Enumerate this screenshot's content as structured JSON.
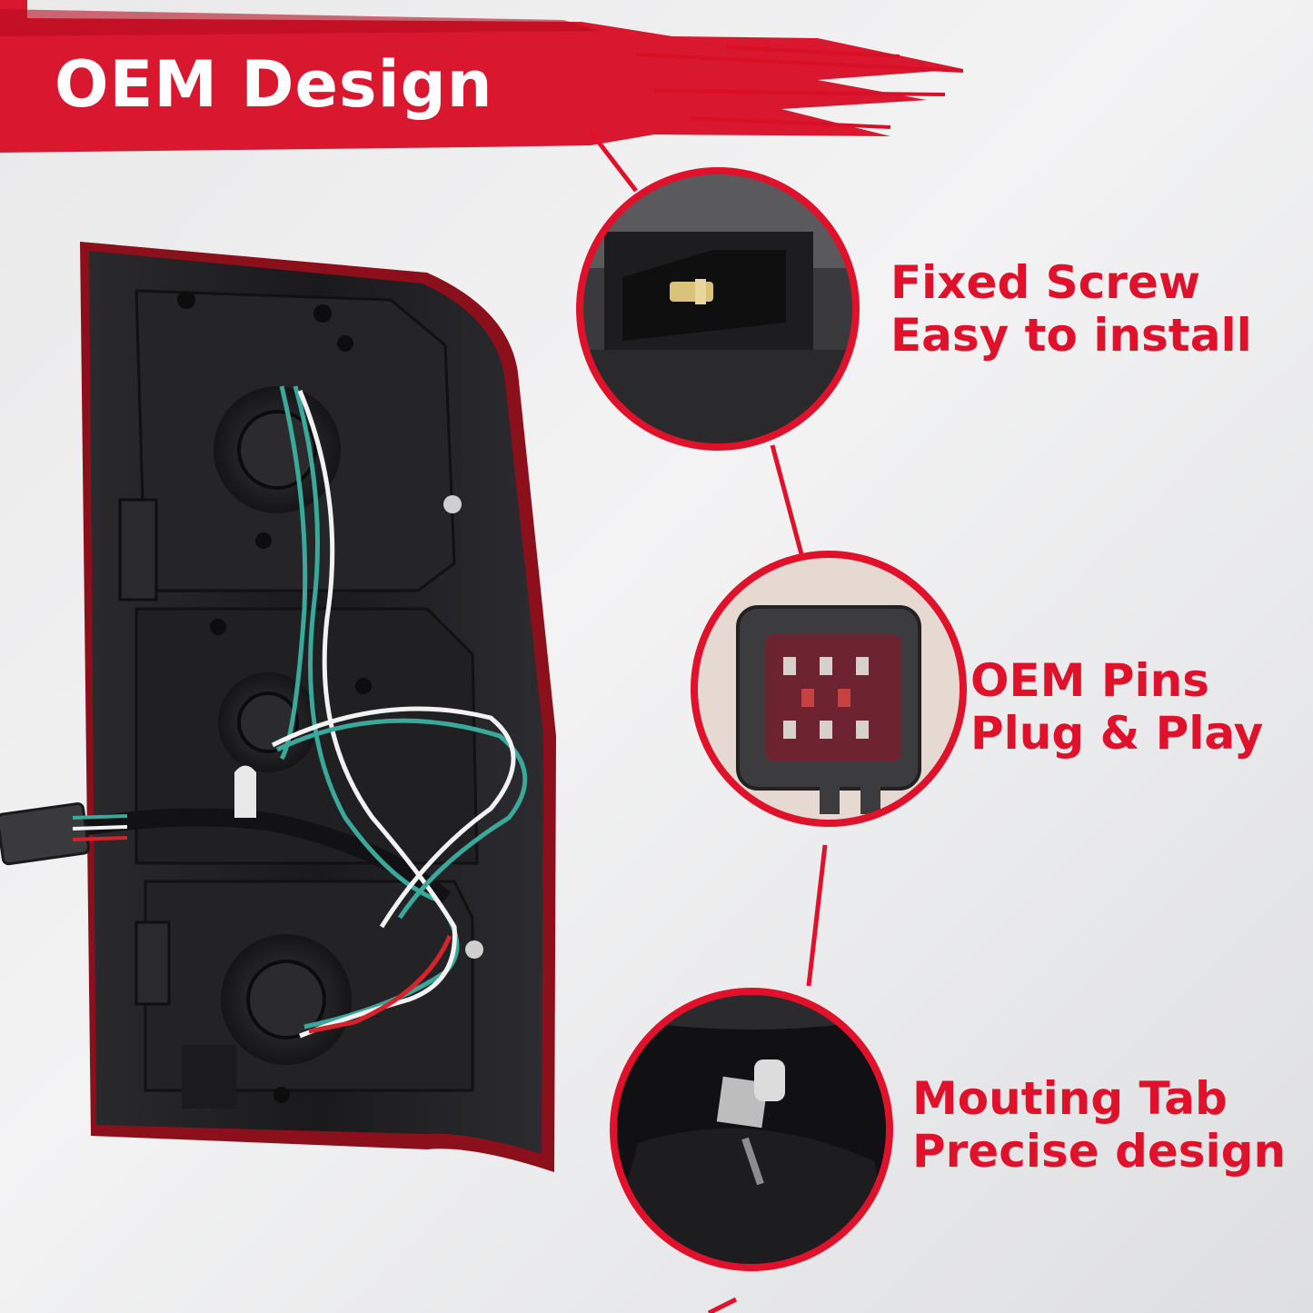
{
  "banner": {
    "title": "OEM Design",
    "color": "#d80f27"
  },
  "callouts": [
    {
      "line1": "Fixed Screw",
      "line2": "Easy to install"
    },
    {
      "line1": "OEM Pins",
      "line2": "Plug & Play"
    },
    {
      "line1": "Mouting Tab",
      "line2": "Precise design"
    }
  ],
  "colors": {
    "accent": "#e0112b",
    "housing": "#1b1b1d",
    "lens_edge": "#8c0f1c",
    "wire_green": "#3aa89a",
    "wire_white": "#f2f2f2",
    "wire_red": "#d6222a"
  },
  "icons": {
    "screw": "screw-icon",
    "connector": "connector-plug-icon",
    "stud": "mounting-stud-icon"
  }
}
